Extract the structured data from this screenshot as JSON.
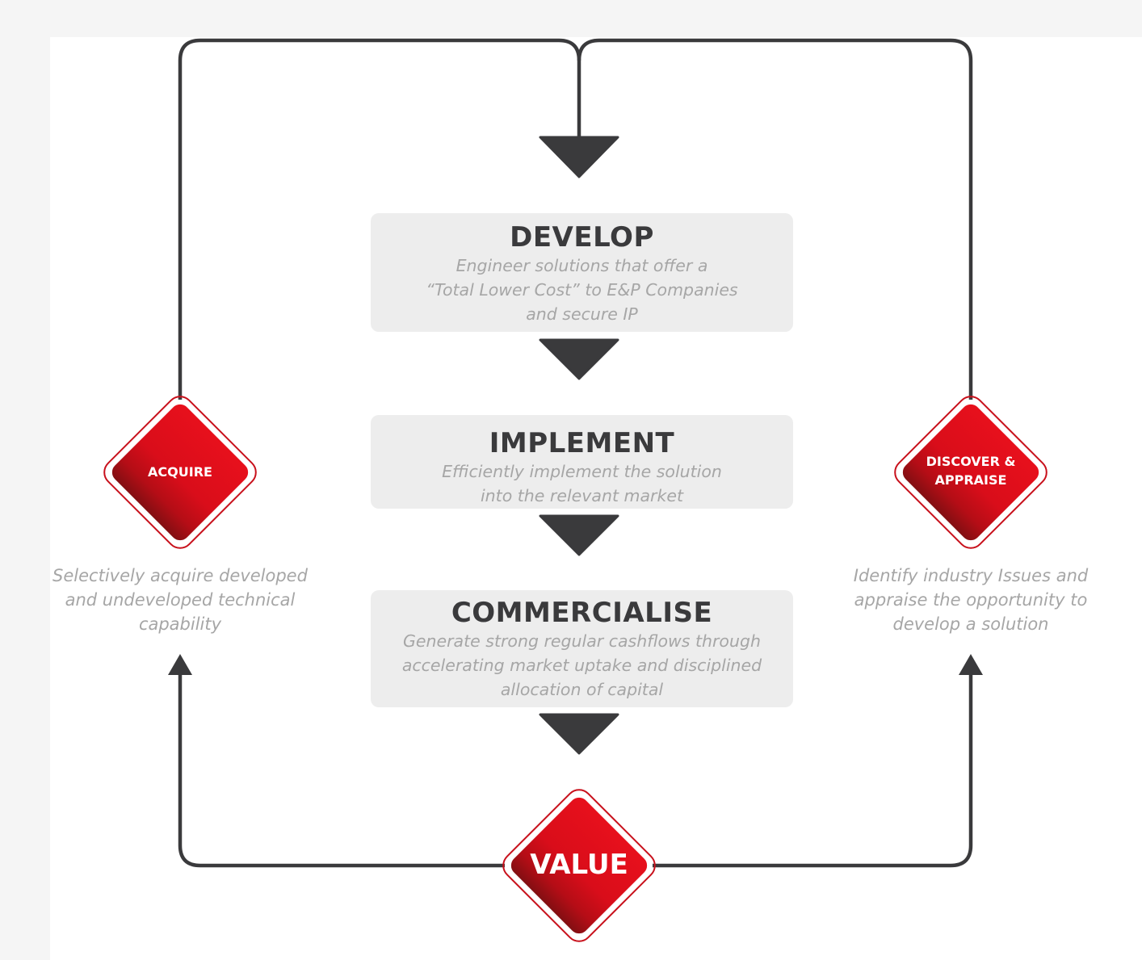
{
  "stages": [
    {
      "title": "DEVELOP",
      "lines": [
        "Engineer solutions that offer a",
        "“Total Lower Cost” to E&P Companies",
        "and secure IP"
      ]
    },
    {
      "title": "IMPLEMENT",
      "lines": [
        "Efficiently implement the solution",
        "into the relevant market"
      ]
    },
    {
      "title": "COMMERCIALISE",
      "lines": [
        "Generate strong regular cashflows through",
        "accelerating market uptake and disciplined",
        "allocation of capital"
      ]
    }
  ],
  "acquire": {
    "label": "ACQUIRE",
    "lines": [
      "Selectively acquire developed",
      "and undeveloped technical",
      "capability"
    ]
  },
  "discover": {
    "label_lines": [
      "DISCOVER &",
      "APPRAISE"
    ],
    "lines": [
      "Identify industry Issues and",
      "appraise the opportunity to",
      "develop a solution"
    ]
  },
  "value": {
    "label": "VALUE"
  },
  "colors": {
    "line": "#3a3a3c",
    "arrow": "#3a3a3c",
    "box_bg": "#ededed",
    "title": "#3a3a3c",
    "body_text": "#a6a6a6",
    "diamond_red": "#e0101e",
    "diamond_dark": "#8e0f14"
  }
}
